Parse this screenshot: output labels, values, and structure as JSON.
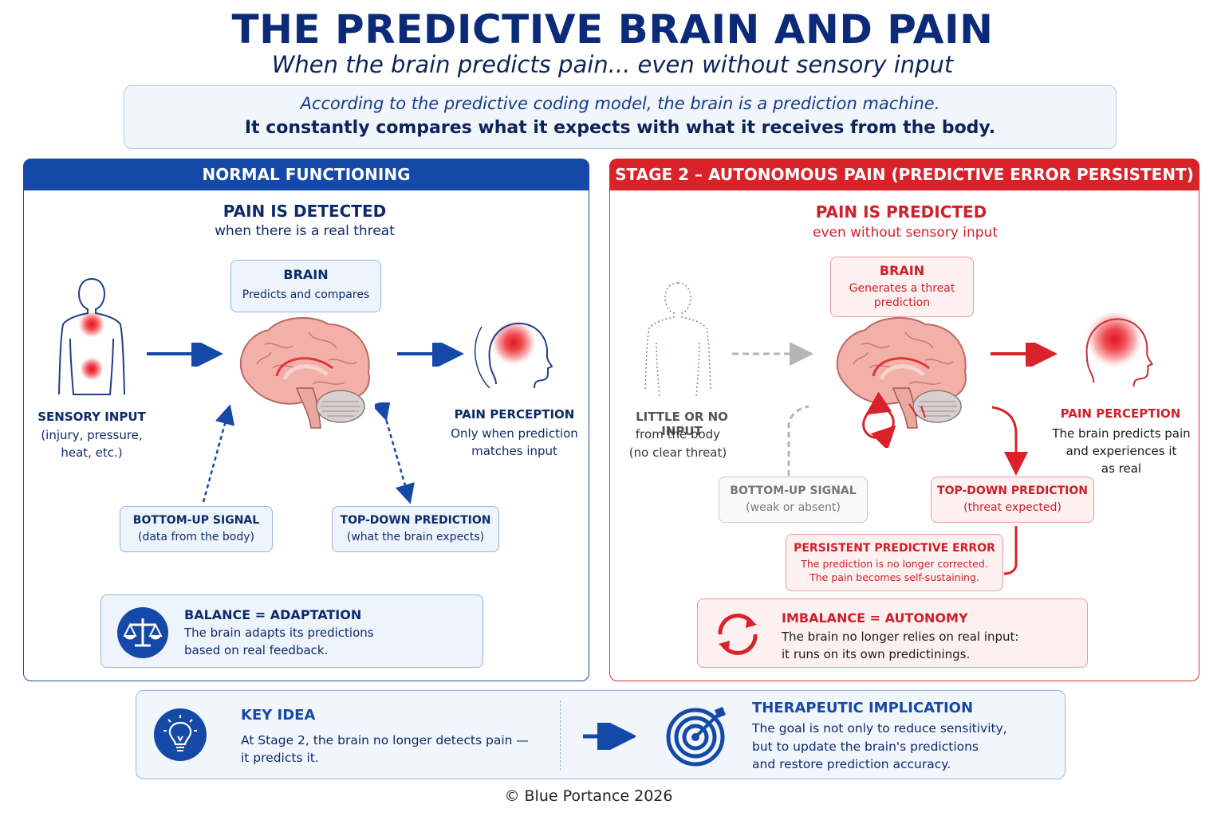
{
  "header": {
    "title": "THE PREDICTIVE BRAIN AND PAIN",
    "subtitle": "When the brain predicts pain... even without sensory input"
  },
  "intro": {
    "line1": "According to the predictive coding model, the brain is a prediction machine.",
    "line2": "It constantly compares what it expects with what it receives from the body."
  },
  "left_panel": {
    "header": "NORMAL FUNCTIONING",
    "heading": "PAIN IS DETECTED",
    "subheading": "when there is a real threat",
    "brain_box": {
      "title": "BRAIN",
      "text": "Predicts and compares"
    },
    "sensory": {
      "title": "SENSORY INPUT",
      "line1": "(injury, pressure,",
      "line2": "heat, etc.)"
    },
    "perception": {
      "title": "PAIN PERCEPTION",
      "line1": "Only when prediction",
      "line2": "matches input"
    },
    "bottom_up": {
      "title": "BOTTOM-UP SIGNAL",
      "text": "(data from the body)"
    },
    "top_down": {
      "title": "TOP-DOWN PREDICTION",
      "text": "(what the brain expects)"
    },
    "balance": {
      "title": "BALANCE = ADAPTATION",
      "line1": "The brain adapts its predictions",
      "line2": "based on real feedback."
    }
  },
  "right_panel": {
    "header": "STAGE 2 – AUTONOMOUS PAIN (PREDICTIVE ERROR PERSISTENT)",
    "heading": "PAIN IS PREDICTED",
    "subheading": "even without sensory input",
    "brain_box": {
      "title": "BRAIN",
      "line1": "Generates a threat",
      "line2": "prediction"
    },
    "input": {
      "title": "LITTLE OR NO INPUT",
      "line1": "from the body",
      "line2": "(no clear threat)"
    },
    "perception": {
      "title": "PAIN PERCEPTION",
      "line1": "The brain predicts pain",
      "line2": "and experiences it",
      "line3": "as real"
    },
    "bottom_up": {
      "title": "BOTTOM-UP SIGNAL",
      "text": "(weak or absent)"
    },
    "top_down": {
      "title": "TOP-DOWN PREDICTION",
      "text": "(threat expected)"
    },
    "error": {
      "title": "PERSISTENT PREDICTIVE ERROR",
      "line1": "The prediction is no longer corrected.",
      "line2": "The pain becomes self-sustaining."
    },
    "imbalance": {
      "title": "IMBALANCE = AUTONOMY",
      "line1": "The brain no longer relies on real input:",
      "line2": "it runs on its own predictinings."
    }
  },
  "key_section": {
    "key_title": "KEY IDEA",
    "key_line1": "At Stage 2, the brain no longer detects pain —",
    "key_line2": "it predicts it.",
    "ther_title": "THERAPEUTIC IMPLICATION",
    "ther_line1": "The goal is not only to reduce sensitivity,",
    "ther_line2": "but to update the brain's predictions",
    "ther_line3": "and restore prediction accuracy."
  },
  "footer": "© Blue Portance 2026",
  "colors": {
    "blue": "#1549a8",
    "red": "#d9222a",
    "navy": "#0d2a6b"
  },
  "icons": [
    "human-body-icon",
    "brain-icon",
    "head-pain-icon",
    "scales-icon",
    "cycle-icon",
    "lightbulb-icon",
    "target-icon",
    "arrow-right-icon"
  ]
}
